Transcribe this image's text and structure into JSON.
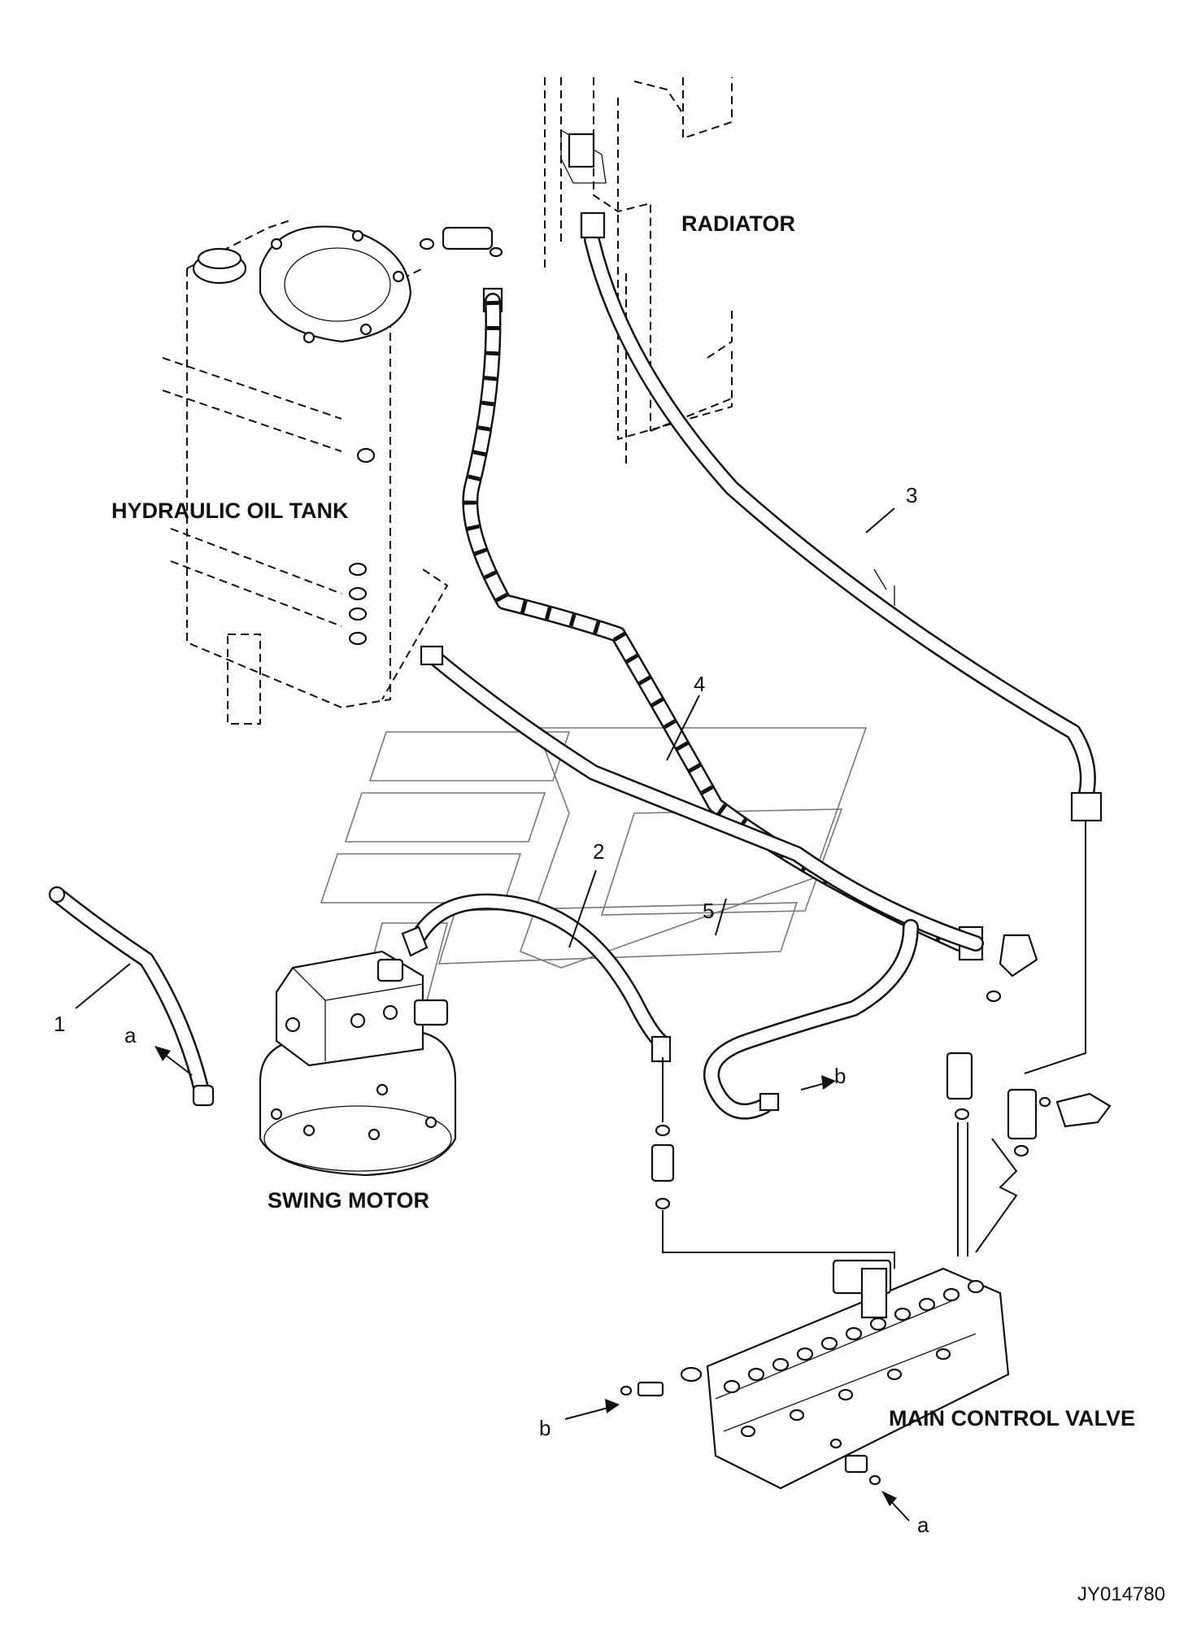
{
  "diagram": {
    "components": {
      "radiator": "RADIATOR",
      "hydraulic_oil_tank": "HYDRAULIC OIL TANK",
      "swing_motor": "SWING MOTOR",
      "main_control_valve": "MAIN CONTROL VALVE"
    },
    "callouts": {
      "c1": "1",
      "c2": "2",
      "c3": "3",
      "c4": "4",
      "c5": "5"
    },
    "connection_refs": {
      "a_swing": "a",
      "b_hose": "b",
      "b_valve": "b",
      "a_valve": "a"
    },
    "drawing_code": "JY014780"
  }
}
